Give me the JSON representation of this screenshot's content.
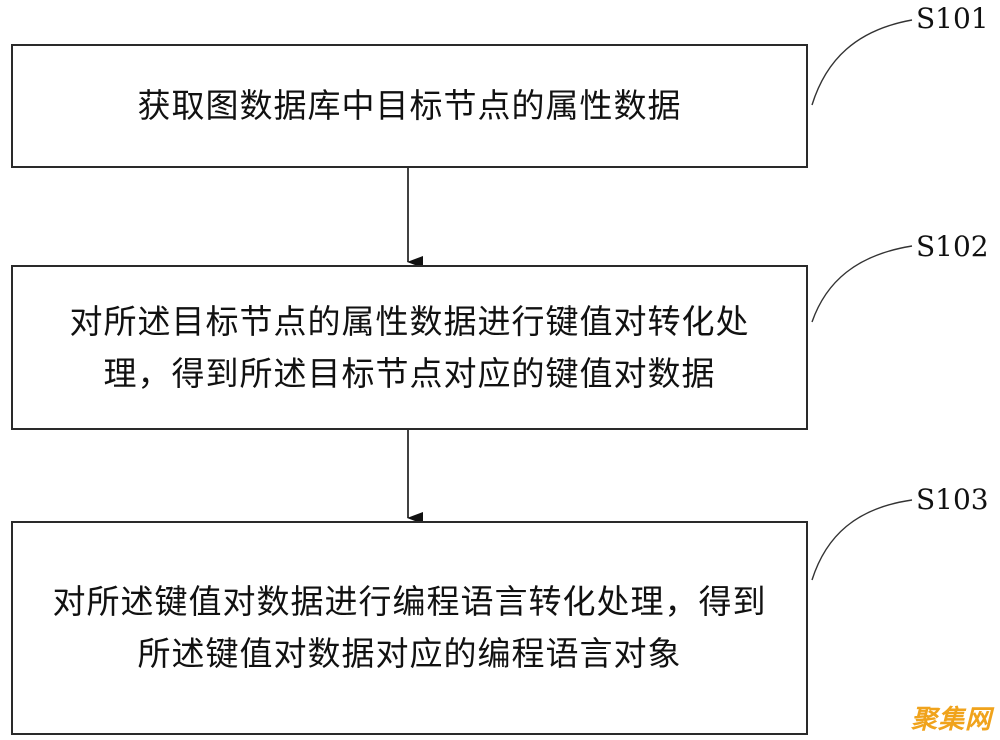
{
  "steps": [
    {
      "id": "S101",
      "text": "获取图数据库中目标节点的属性数据"
    },
    {
      "id": "S102",
      "text": "对所述目标节点的属性数据进行键值对转化处理，得到所述目标节点对应的键值对数据"
    },
    {
      "id": "S103",
      "text": "对所述键值对数据进行编程语言转化处理，得到所述键值对数据对应的编程语言对象"
    }
  ],
  "watermark": "聚集网",
  "colors": {
    "stroke": "#2a2a2a",
    "watermark": "#f0a31c"
  }
}
